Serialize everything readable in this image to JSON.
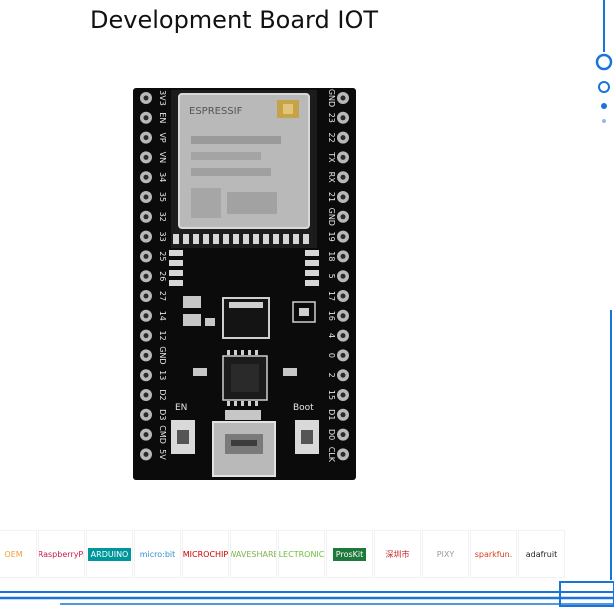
{
  "page": {
    "title": "Development Board IOT"
  },
  "board": {
    "module_brand": "ESPRESSIF",
    "left_pins": [
      "3V3",
      "EN",
      "VP",
      "VN",
      "34",
      "35",
      "32",
      "33",
      "25",
      "26",
      "27",
      "14",
      "12",
      "GND",
      "13",
      "D2",
      "D3",
      "CMD",
      "5V"
    ],
    "right_pins": [
      "GND",
      "23",
      "22",
      "TX",
      "RX",
      "21",
      "GND",
      "19",
      "18",
      "5",
      "17",
      "16",
      "4",
      "0",
      "2",
      "15",
      "D1",
      "D0",
      "CLK"
    ],
    "button_en": "EN",
    "button_boot": "Boot"
  },
  "partners": [
    {
      "name": "intel-oem",
      "label": "OEM"
    },
    {
      "name": "raspberry-pi",
      "label": "RaspberryPi"
    },
    {
      "name": "arduino",
      "label": "ARDUINO"
    },
    {
      "name": "microbit",
      "label": "micro:bit"
    },
    {
      "name": "microchip",
      "label": "MICROCHIP"
    },
    {
      "name": "waveshare",
      "label": "WAVESHARE"
    },
    {
      "name": "seeed",
      "label": "ELECTRONICS"
    },
    {
      "name": "prokit",
      "label": "ProsKit"
    },
    {
      "name": "chinese-brand",
      "label": "深圳市"
    },
    {
      "name": "pixy",
      "label": "PIXY"
    },
    {
      "name": "sparkfun",
      "label": "sparkfun."
    },
    {
      "name": "adafruit",
      "label": "adafruit"
    }
  ],
  "colors": {
    "accent": "#1a73d9",
    "pcb": "#0b0b0b",
    "shield": "#bdbdbd"
  }
}
